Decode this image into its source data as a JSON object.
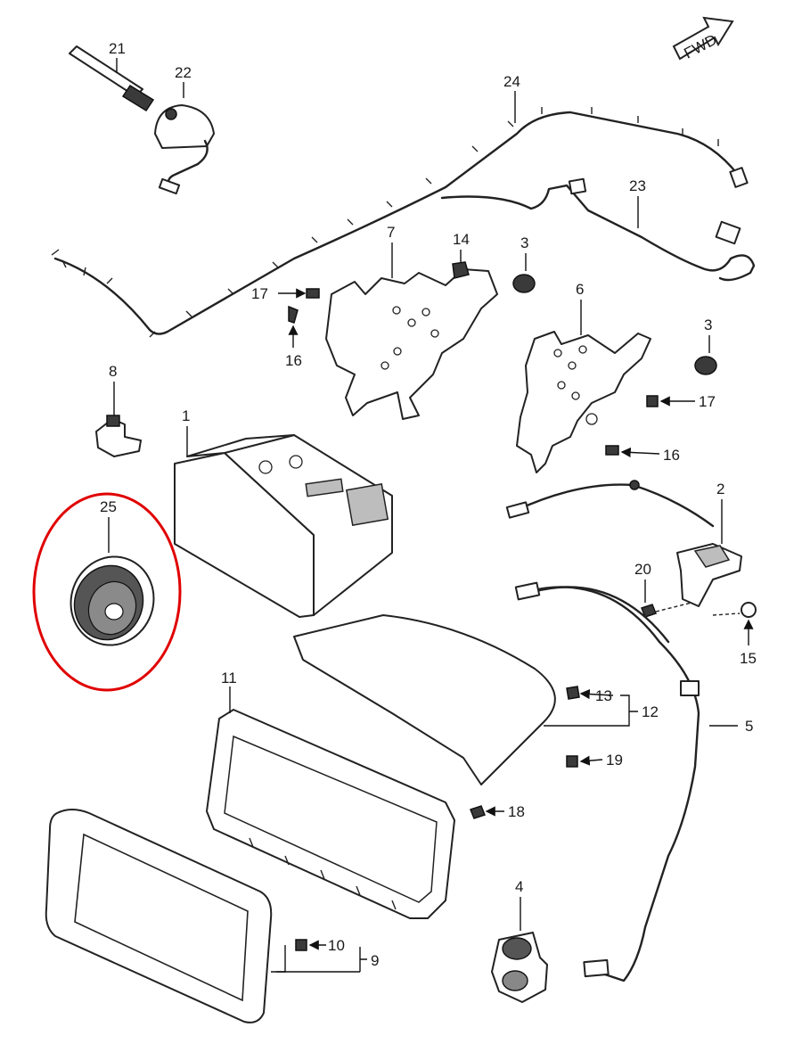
{
  "fwd_label": "FWD",
  "labels": {
    "p1": "1",
    "p2": "2",
    "p3a": "3",
    "p3b": "3",
    "p4": "4",
    "p5": "5",
    "p6": "6",
    "p7": "7",
    "p8": "8",
    "p9": "9",
    "p10": "10",
    "p11": "11",
    "p12": "12",
    "p13": "13",
    "p14": "14",
    "p15": "15",
    "p16a": "16",
    "p16b": "16",
    "p17a": "17",
    "p17b": "17",
    "p18": "18",
    "p19": "19",
    "p20": "20",
    "p21": "21",
    "p22": "22",
    "p23": "23",
    "p24": "24",
    "p25": "25"
  },
  "colors": {
    "highlight_ring": "#e00000",
    "line": "#222222",
    "background": "#ffffff"
  }
}
